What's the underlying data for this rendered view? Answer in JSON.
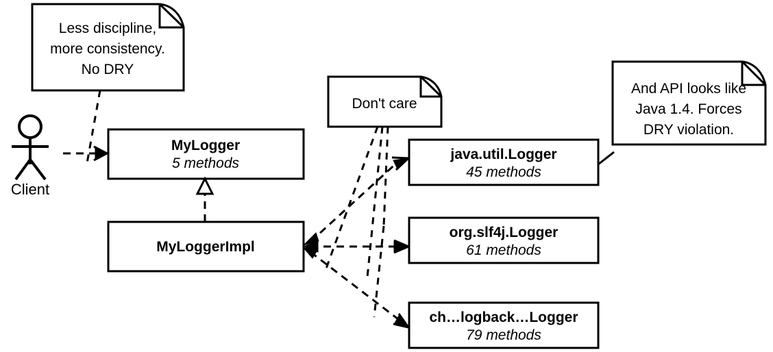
{
  "diagram": {
    "type": "uml-class-diagram",
    "background_color": "#ffffff",
    "line_color": "#000000",
    "actor": {
      "name": "Client",
      "label": "Client"
    },
    "classes": [
      {
        "id": "mylogger",
        "title": "MyLogger",
        "subtitle": "5 methods",
        "method_count": 5
      },
      {
        "id": "myloggerimpl",
        "title": "MyLoggerImpl",
        "subtitle": "",
        "method_count": null
      },
      {
        "id": "java-util-logger",
        "title": "java.util.Logger",
        "subtitle": "45 methods",
        "method_count": 45
      },
      {
        "id": "org-slf4j-logger",
        "title": "org.slf4j.Logger",
        "subtitle": "61 methods",
        "method_count": 61
      },
      {
        "id": "ch-logback-logger",
        "title": "ch…logback…Logger",
        "subtitle": "79 methods",
        "method_count": 79
      }
    ],
    "notes": [
      {
        "id": "note-discipline",
        "lines": [
          "Less discipline,",
          "more consistency.",
          "No DRY"
        ]
      },
      {
        "id": "note-dont-care",
        "lines": [
          "Don't care"
        ]
      },
      {
        "id": "note-api",
        "lines": [
          "And API looks like",
          "Java 1.4. Forces",
          "DRY violation."
        ]
      }
    ],
    "edges": [
      {
        "id": "client-to-mylogger",
        "from": "Client",
        "to": "MyLogger",
        "style": "dashed",
        "arrow": "open"
      },
      {
        "id": "impl-realizes-mylogger",
        "from": "MyLoggerImpl",
        "to": "MyLogger",
        "style": "dashed",
        "arrow": "hollow-triangle"
      },
      {
        "id": "impl-to-java-util",
        "from": "MyLoggerImpl",
        "to": "java.util.Logger",
        "style": "dashed",
        "arrow": "open-both"
      },
      {
        "id": "impl-to-slf4j",
        "from": "MyLoggerImpl",
        "to": "org.slf4j.Logger",
        "style": "dashed",
        "arrow": "open-both"
      },
      {
        "id": "impl-to-logback",
        "from": "MyLoggerImpl",
        "to": "ch…logback…Logger",
        "style": "dashed",
        "arrow": "open-both"
      },
      {
        "id": "note-discipline-anchor",
        "from": "note-discipline",
        "to": "client-to-mylogger",
        "style": "dashed",
        "arrow": "none"
      },
      {
        "id": "note-dont-care-anchor-1",
        "from": "note-dont-care",
        "to": "impl-to-java-util",
        "style": "dashed",
        "arrow": "none"
      },
      {
        "id": "note-dont-care-anchor-2",
        "from": "note-dont-care",
        "to": "impl-to-slf4j",
        "style": "dashed",
        "arrow": "none"
      },
      {
        "id": "note-dont-care-anchor-3",
        "from": "note-dont-care",
        "to": "impl-to-logback",
        "style": "dashed",
        "arrow": "none"
      },
      {
        "id": "note-api-anchor",
        "from": "note-api",
        "to": "java.util.Logger",
        "style": "solid",
        "arrow": "none"
      }
    ]
  }
}
